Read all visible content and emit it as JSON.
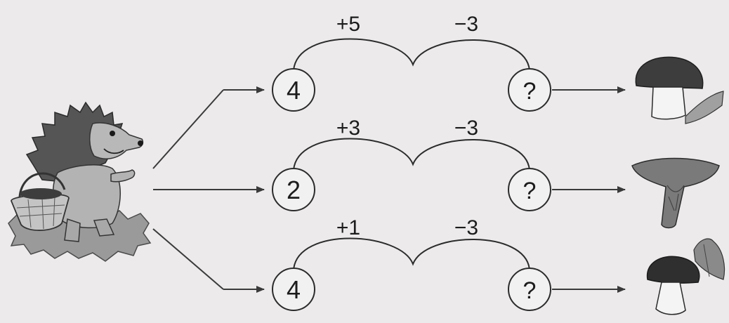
{
  "rows": [
    {
      "start": "4",
      "step1": "+5",
      "step2": "−3",
      "result": "?",
      "mushroom": "porcini-mushroom-icon"
    },
    {
      "start": "2",
      "step1": "+3",
      "step2": "−3",
      "result": "?",
      "mushroom": "chanterelle-mushroom-icon"
    },
    {
      "start": "4",
      "step1": "+1",
      "step2": "−3",
      "result": "?",
      "mushroom": "boletus-mushroom-icon"
    }
  ],
  "character": "hedgehog-with-basket-illustration",
  "colors": {
    "background": "#eceaea",
    "ink": "#1c1c1c"
  }
}
